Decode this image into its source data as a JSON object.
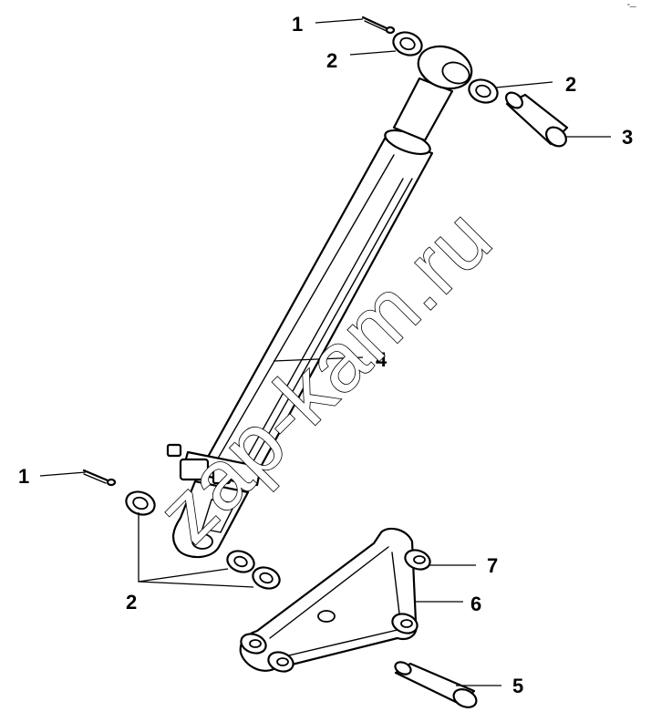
{
  "diagram": {
    "watermark": "zap-kam.ru",
    "callouts": {
      "pin_top": "1",
      "washer_top_left": "2",
      "washer_top_right": "2",
      "axle_pin_top": "3",
      "hydraulic_cylinder": "4",
      "pin_left": "1",
      "washers_bottom": "2",
      "axle_pin_bottom": "5",
      "bracket": "6",
      "bushing": "7"
    },
    "corner_mark": "°—"
  }
}
